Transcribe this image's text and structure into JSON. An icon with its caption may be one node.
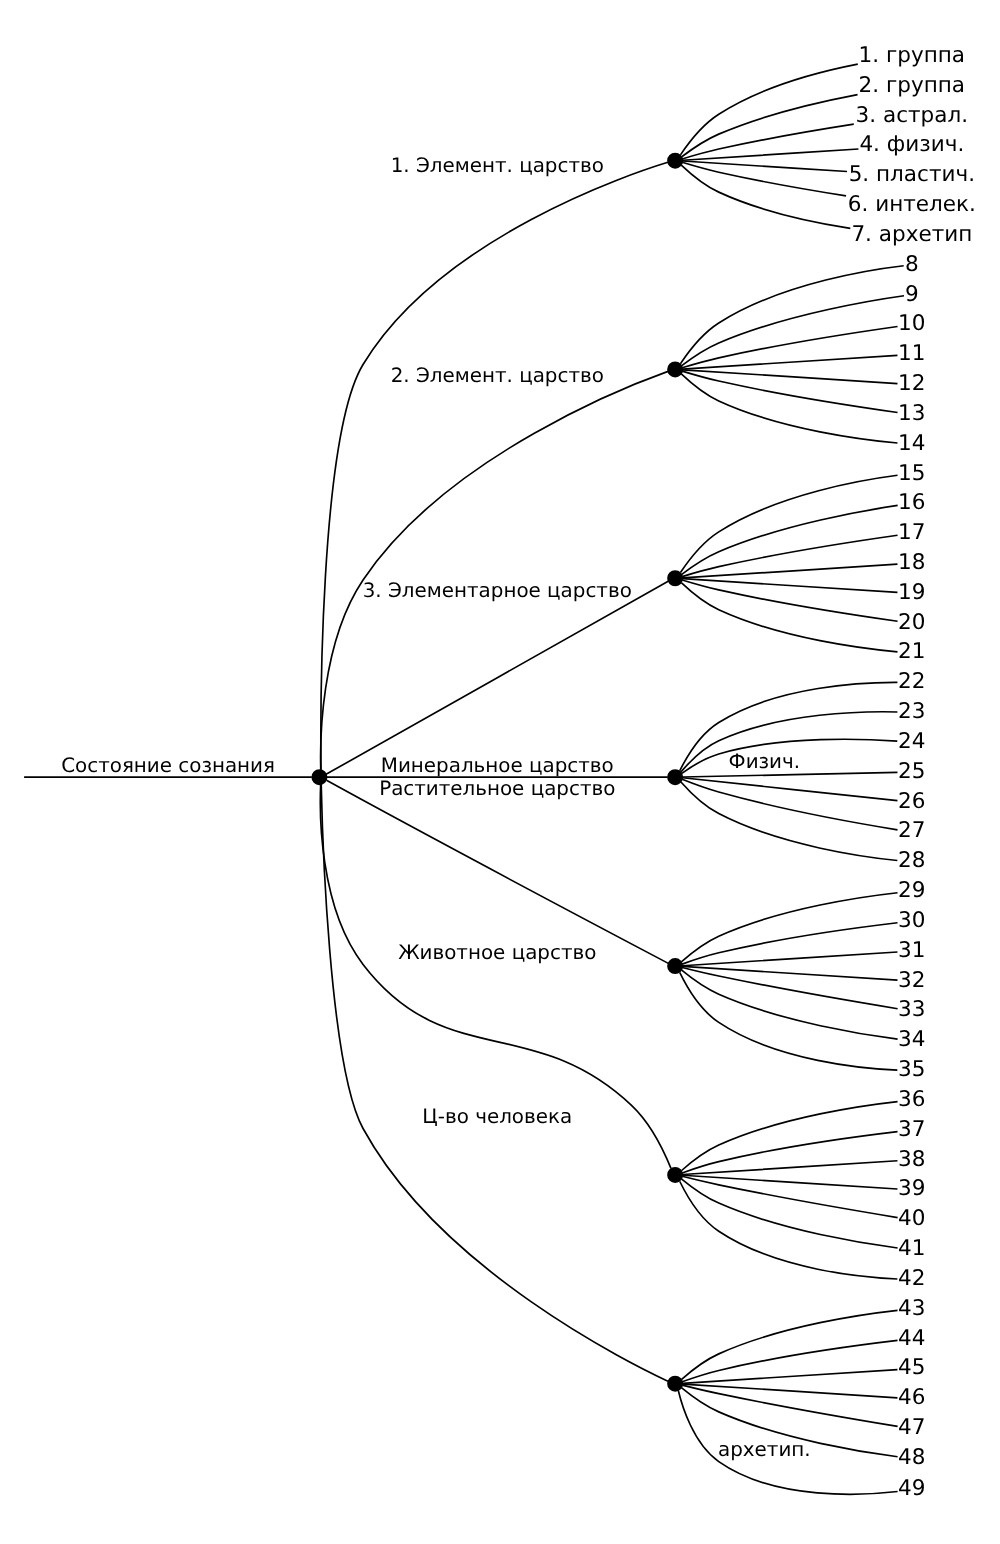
{
  "diagram": {
    "nodes": [
      {
        "text": [],
        "shape": "point"
      },
      {
        "text": [],
        "shape": "point"
      },
      {
        "text": [
          "1. группа"
        ]
      },
      {
        "text": [
          "2. группа"
        ]
      },
      {
        "text": [
          "3. астрал."
        ]
      },
      {
        "text": [
          "4. физич."
        ]
      },
      {
        "text": [
          "5. пластич."
        ]
      },
      {
        "text": [
          "6. интелек."
        ]
      },
      {
        "text": [
          "7. архетип"
        ]
      },
      {
        "text": [],
        "shape": "point"
      },
      {
        "text": [
          "8"
        ]
      },
      {
        "text": [
          "9"
        ]
      },
      {
        "text": [
          "10"
        ]
      },
      {
        "text": [
          "11"
        ]
      },
      {
        "text": [
          "12"
        ]
      },
      {
        "text": [
          "13"
        ]
      },
      {
        "text": [
          "14"
        ]
      },
      {
        "text": [],
        "shape": "point"
      },
      {
        "text": [
          "15"
        ]
      },
      {
        "text": [
          "16"
        ]
      },
      {
        "text": [
          "17"
        ]
      },
      {
        "text": [
          "18"
        ]
      },
      {
        "text": [
          "19"
        ]
      },
      {
        "text": [
          "20"
        ]
      },
      {
        "text": [
          "21"
        ]
      },
      {
        "text": [],
        "shape": "point"
      },
      {
        "text": [
          "22"
        ]
      },
      {
        "text": [
          "23"
        ]
      },
      {
        "text": [
          "24"
        ]
      },
      {
        "text": [
          "25"
        ]
      },
      {
        "text": [
          "26"
        ]
      },
      {
        "text": [
          "27"
        ]
      },
      {
        "text": [
          "28"
        ]
      },
      {
        "text": [],
        "shape": "point"
      },
      {
        "text": [
          "29"
        ]
      },
      {
        "text": [
          "30"
        ]
      },
      {
        "text": [
          "31"
        ]
      },
      {
        "text": [
          "32"
        ]
      },
      {
        "text": [
          "33"
        ]
      },
      {
        "text": [
          "34"
        ]
      },
      {
        "text": [
          "35"
        ]
      },
      {
        "text": [],
        "shape": "point"
      },
      {
        "text": [
          "36"
        ]
      },
      {
        "text": [
          "37"
        ]
      },
      {
        "text": [
          "38"
        ]
      },
      {
        "text": [
          "39"
        ]
      },
      {
        "text": [
          "40"
        ]
      },
      {
        "text": [
          "41"
        ]
      },
      {
        "text": [
          "42"
        ]
      },
      {
        "text": [],
        "shape": "point"
      },
      {
        "text": [
          "43"
        ]
      },
      {
        "text": [
          "44"
        ]
      },
      {
        "text": [
          "45"
        ]
      },
      {
        "text": [
          "46"
        ]
      },
      {
        "text": [
          "47"
        ]
      },
      {
        "text": [
          "48"
        ]
      },
      {
        "text": [
          "49"
        ]
      }
    ],
    "edges": [
      {
        "from": 0,
        "to": null,
        "arrow": "none",
        "label": "Состояние сознания"
      },
      {
        "from": 0,
        "to": 1,
        "arrow": "none",
        "label": "1. Элемент. царство"
      },
      {
        "from": 1,
        "to": 2,
        "arrow": "none"
      },
      {
        "from": 1,
        "to": 3,
        "arrow": "none"
      },
      {
        "from": 1,
        "to": 4,
        "arrow": "none"
      },
      {
        "from": 1,
        "to": 5,
        "arrow": "none"
      },
      {
        "from": 1,
        "to": 6,
        "arrow": "none"
      },
      {
        "from": 1,
        "to": 7,
        "arrow": "none"
      },
      {
        "from": 1,
        "to": 8,
        "arrow": "none"
      },
      {
        "from": 0,
        "to": 9,
        "arrow": "none",
        "label": "2. Элемент. царство"
      },
      {
        "from": 9,
        "to": 10,
        "arrow": "none"
      },
      {
        "from": 9,
        "to": 11,
        "arrow": "none"
      },
      {
        "from": 9,
        "to": 12,
        "arrow": "none"
      },
      {
        "from": 9,
        "to": 13,
        "arrow": "none"
      },
      {
        "from": 9,
        "to": 14,
        "arrow": "none"
      },
      {
        "from": 9,
        "to": 15,
        "arrow": "none"
      },
      {
        "from": 9,
        "to": 16,
        "arrow": "none"
      },
      {
        "from": 0,
        "to": 17,
        "arrow": "none",
        "label": "3. Элементарное царство"
      },
      {
        "from": 17,
        "to": 18,
        "arrow": "none"
      },
      {
        "from": 17,
        "to": 19,
        "arrow": "none"
      },
      {
        "from": 17,
        "to": 20,
        "arrow": "none"
      },
      {
        "from": 17,
        "to": 21,
        "arrow": "none"
      },
      {
        "from": 17,
        "to": 22,
        "arrow": "none"
      },
      {
        "from": 17,
        "to": 23,
        "arrow": "none"
      },
      {
        "from": 17,
        "to": 24,
        "arrow": "none"
      },
      {
        "from": 0,
        "to": 25,
        "arrow": "none",
        "label": "Минеральное царство"
      },
      {
        "from": 25,
        "to": 26,
        "arrow": "none"
      },
      {
        "from": 25,
        "to": 27,
        "arrow": "none"
      },
      {
        "from": 25,
        "to": 28,
        "arrow": "none"
      },
      {
        "from": 25,
        "to": 29,
        "arrow": "none",
        "label": "Физич."
      },
      {
        "from": 25,
        "to": 30,
        "arrow": "none"
      },
      {
        "from": 25,
        "to": 31,
        "arrow": "none"
      },
      {
        "from": 25,
        "to": 32,
        "arrow": "none"
      },
      {
        "from": 0,
        "to": 33,
        "arrow": "none",
        "label": "Растительное царство"
      },
      {
        "from": 33,
        "to": 34,
        "arrow": "none"
      },
      {
        "from": 33,
        "to": 35,
        "arrow": "none"
      },
      {
        "from": 33,
        "to": 36,
        "arrow": "none"
      },
      {
        "from": 33,
        "to": 37,
        "arrow": "none"
      },
      {
        "from": 33,
        "to": 38,
        "arrow": "none"
      },
      {
        "from": 33,
        "to": 39,
        "arrow": "none"
      },
      {
        "from": 33,
        "to": 40,
        "arrow": "none"
      },
      {
        "from": 0,
        "to": 41,
        "arrow": "none",
        "label": "Животное царство"
      },
      {
        "from": 41,
        "to": 42,
        "arrow": "none"
      },
      {
        "from": 41,
        "to": 43,
        "arrow": "none"
      },
      {
        "from": 41,
        "to": 44,
        "arrow": "none"
      },
      {
        "from": 41,
        "to": 45,
        "arrow": "none"
      },
      {
        "from": 41,
        "to": 46,
        "arrow": "none"
      },
      {
        "from": 41,
        "to": 47,
        "arrow": "none"
      },
      {
        "from": 41,
        "to": 48,
        "arrow": "none"
      },
      {
        "from": 0,
        "to": 49,
        "arrow": "none",
        "label": "Ц-во человека"
      },
      {
        "from": 49,
        "to": 50,
        "arrow": "none"
      },
      {
        "from": 49,
        "to": 51,
        "arrow": "none"
      },
      {
        "from": 49,
        "to": 52,
        "arrow": "none"
      },
      {
        "from": 49,
        "to": 53,
        "arrow": "none"
      },
      {
        "from": 49,
        "to": 54,
        "arrow": "none"
      },
      {
        "from": 49,
        "to": 55,
        "arrow": "none"
      },
      {
        "from": 49,
        "to": 56,
        "arrow": "none",
        "label": "архетип."
      }
    ]
  }
}
